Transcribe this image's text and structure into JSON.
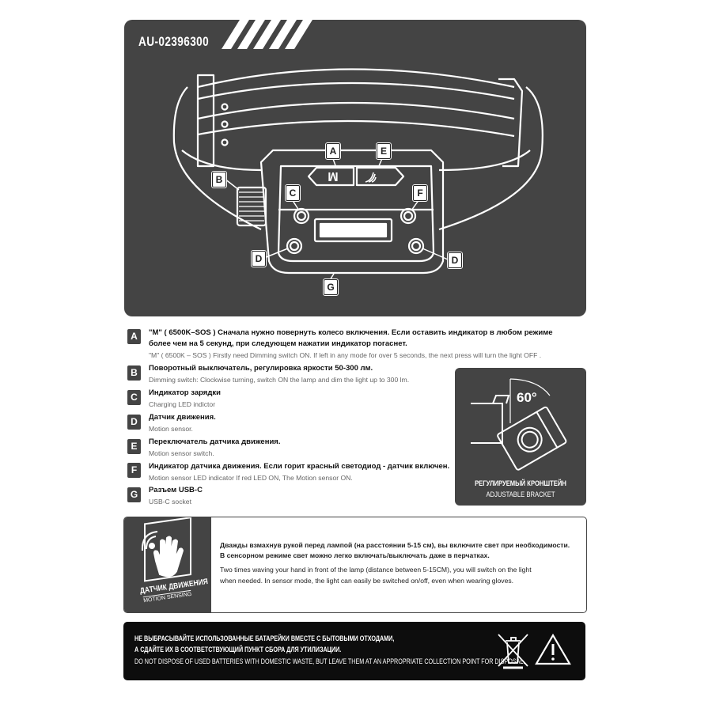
{
  "header": {
    "model": "AU-02396300"
  },
  "diagram": {
    "callouts": {
      "a": "A",
      "b": "B",
      "c": "C",
      "d_left": "D",
      "d_right": "D",
      "e": "E",
      "f": "F",
      "g": "G"
    },
    "button_m_label": "M"
  },
  "legend": [
    {
      "key": "A",
      "ru": "\"M\" ( 6500K–SOS ) Сначала нужно повернуть колесо включения. Если оставить индикатор в любом режиме",
      "ru2": "более чем на 5 секунд, при следующем нажатии индикатор погаснет.",
      "en": "\"M\" ( 6500K – SOS ) Firstly need Dimming switch ON. If left in any mode for over 5 seconds, the next press will turn the light OFF ."
    },
    {
      "key": "B",
      "ru": "Поворотный выключатель, регулировка яркости 50-300 лм.",
      "en": "Dimming switch: Clockwise turning, switch ON the lamp and dim the light up to 300 lm."
    },
    {
      "key": "C",
      "ru": "Индикатор зарядки",
      "en": "Charging LED indictor"
    },
    {
      "key": "D",
      "ru": "Датчик движения.",
      "en": "Motion sensor."
    },
    {
      "key": "E",
      "ru": "Переключатель датчика движения.",
      "en": "Motion sensor switch."
    },
    {
      "key": "F",
      "ru": "Индикатор датчика движения. Если горит красный светодиод - датчик включен.",
      "en": "Motion sensor LED indicator If red LED ON, The Motion sensor ON."
    },
    {
      "key": "G",
      "ru": "Разъем USB-C",
      "en": "USB-C socket"
    }
  ],
  "bracket": {
    "angle": "60°",
    "title_ru": "РЕГУЛИРУЕМЫЙ КРОНШТЕЙН",
    "title_en": "ADJUSTABLE BRACKET"
  },
  "sensor": {
    "icon_ru": "ДАТЧИК ДВИЖЕНИЯ",
    "icon_en": "MOTION SENSING",
    "ru1": "Дважды взмахнув рукой перед лампой (на расстоянии 5-15 см), вы включите свет при необходимости.",
    "ru2": "В сенсорном режиме свет можно легко включать/выключать даже в перчатках.",
    "en1": "Two times waving your hand in front of the lamp (distance between 5-15CM), you will switch on the light",
    "en2": "when needed. In sensor mode, the light can easily be switched on/off, even when wearing gloves."
  },
  "disposal": {
    "ru1": "НЕ ВЫБРАСЫВАЙТЕ ИСПОЛЬЗОВАННЫЕ БАТАРЕЙКИ ВМЕСТЕ С БЫТОВЫМИ ОТХОДАМИ,",
    "ru2": "А СДАЙТЕ ИХ В СООТВЕТСТВУЮЩИЙ ПУНКТ СБОРА ДЛЯ УТИЛИЗАЦИИ.",
    "en": "DO NOT DISPOSE OF USED BATTERIES WITH DOMESTIC WASTE, BUT LEAVE THEM AT AN APPROPRIATE COLLECTION POINT FOR DISPOSAL."
  },
  "colors": {
    "panel": "#444444",
    "disposal_bg": "#0d0d0d",
    "ink": "#222222"
  }
}
